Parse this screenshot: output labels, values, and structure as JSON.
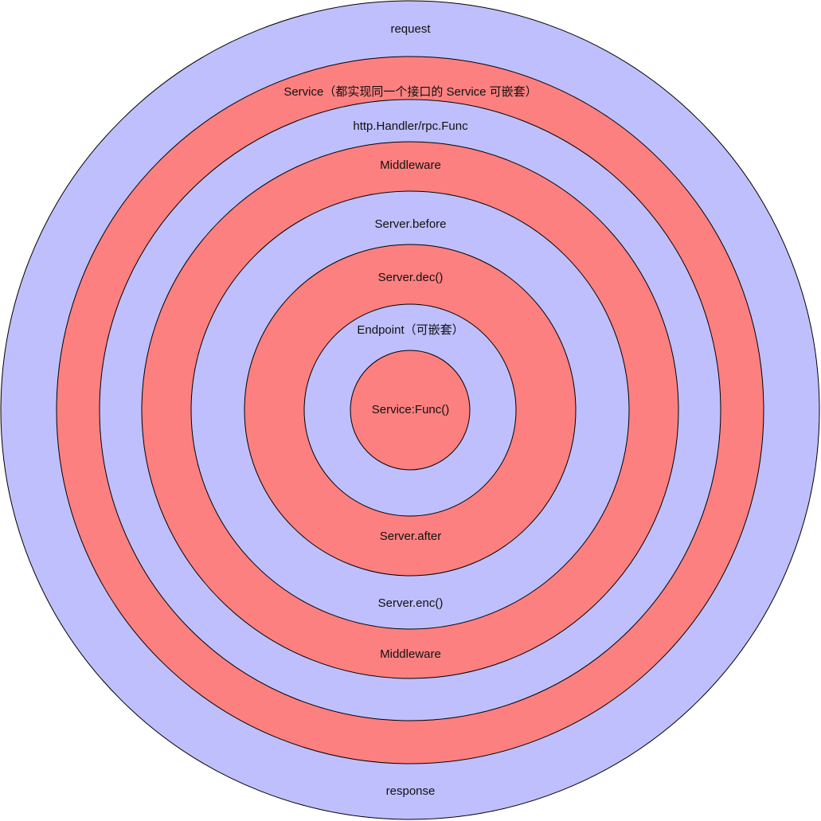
{
  "colors": {
    "blue": "#bfbffd",
    "red": "#fd8080",
    "stroke": "#000000"
  },
  "rings": [
    {
      "fill": "blue"
    },
    {
      "fill": "red"
    },
    {
      "fill": "blue"
    },
    {
      "fill": "red"
    },
    {
      "fill": "blue"
    },
    {
      "fill": "red"
    },
    {
      "fill": "blue"
    },
    {
      "fill": "red"
    }
  ],
  "labels": {
    "request": "request",
    "service": "Service（都实现同一个接口的 Service 可嵌套）",
    "http_handler": "http.Handler/rpc.Func",
    "middleware_top": "Middleware",
    "server_before": "Server.before",
    "server_dec": "Server.dec()",
    "endpoint": "Endpoint（可嵌套）",
    "service_func": "Service:Func()",
    "server_after": "Server.after",
    "server_enc": "Server.enc()",
    "middleware_bottom": "Middleware",
    "response": "response"
  }
}
